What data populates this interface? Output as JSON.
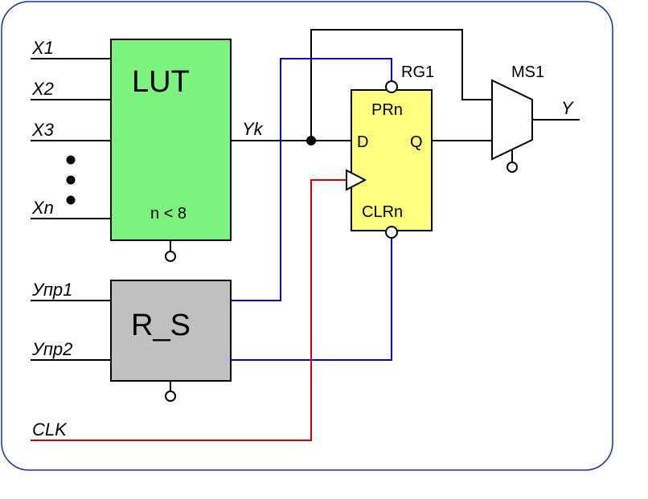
{
  "inputs": {
    "x1": "X1",
    "x2": "X2",
    "x3": "X3",
    "xn": "Xn",
    "upr1": "Упр1",
    "upr2": "Упр2",
    "clk": "CLK"
  },
  "lut": {
    "title": "LUT",
    "note": "n < 8",
    "output": "Yk"
  },
  "rs": {
    "title": "R_S"
  },
  "register": {
    "name": "RG1",
    "preset": "PRn",
    "clear": "CLRn",
    "d": "D",
    "q": "Q"
  },
  "mux": {
    "name": "MS1",
    "output": "Y"
  },
  "colors": {
    "frame": "#1a2f9a",
    "lut_fill": "#7ef27e",
    "rs_fill": "#c0c0c0",
    "register_fill": "#ffff80",
    "mux_fill": "#ffffff",
    "wire_black": "#000000",
    "wire_blue": "#0000c0",
    "wire_red": "#cc0000"
  }
}
